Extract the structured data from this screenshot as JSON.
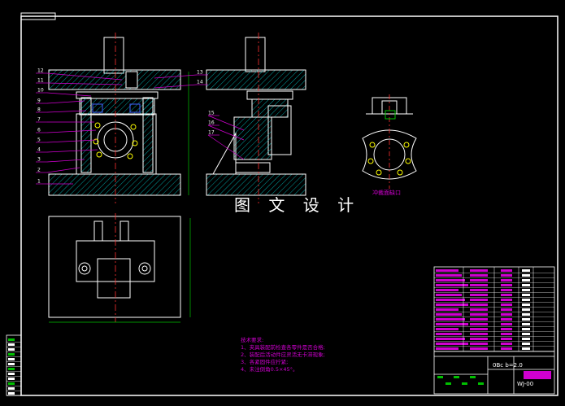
{
  "watermark": "图 文 设 计",
  "section_caption": "冲裁面缺口",
  "notes": {
    "title": "技术要求:",
    "items": [
      "1、夹具装配前检查各零件是否合格;",
      "2、装配后活动件应灵活无卡滞现象;",
      "3、各紧固件应拧紧;",
      "4、未注倒角0.5×45°。"
    ]
  },
  "part_numbers_left": [
    "12",
    "11",
    "10",
    "9",
    "8",
    "7",
    "6",
    "5",
    "4",
    "3",
    "2",
    "1"
  ],
  "part_numbers_right": [
    "13",
    "14",
    "15",
    "16",
    "17"
  ],
  "title_block": {
    "scale_text": "0Bc b=2.0",
    "drawing_code": "WJ-00"
  },
  "colors": {
    "outline": "#ffffff",
    "hatch": "#00c8c8",
    "center": "#ff3030",
    "leader": "#d000d0",
    "dimension": "#00c000",
    "highlight": "#ffff00"
  }
}
